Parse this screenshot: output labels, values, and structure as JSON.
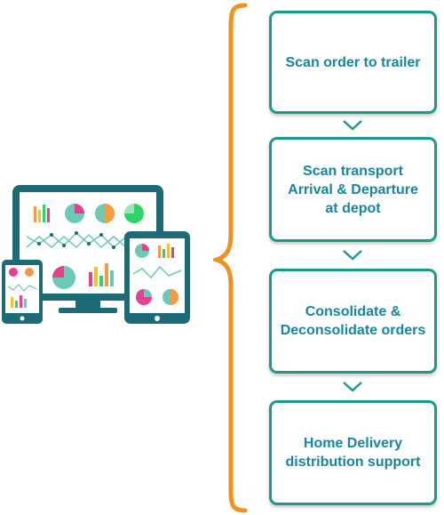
{
  "colors": {
    "accent_teal": "#1d9a8e",
    "text_blue": "#17869e",
    "brace_orange": "#f0921f",
    "device_dark": "#1e6b78",
    "chart_pink": "#e6408f",
    "chart_yellow": "#f2c12e",
    "chart_green": "#2ed36a",
    "chart_mint": "#6cc9b6",
    "chart_orange": "#f39a43"
  },
  "illustration": {
    "icon": "devices-dashboard-icon"
  },
  "steps": [
    {
      "label": "Scan order to trailer"
    },
    {
      "label": "Scan transport\nArrival & Departure\nat depot"
    },
    {
      "label": "Consolidate &\nDeconsolidate orders"
    },
    {
      "label": "Home Delivery\ndistribution support"
    }
  ]
}
